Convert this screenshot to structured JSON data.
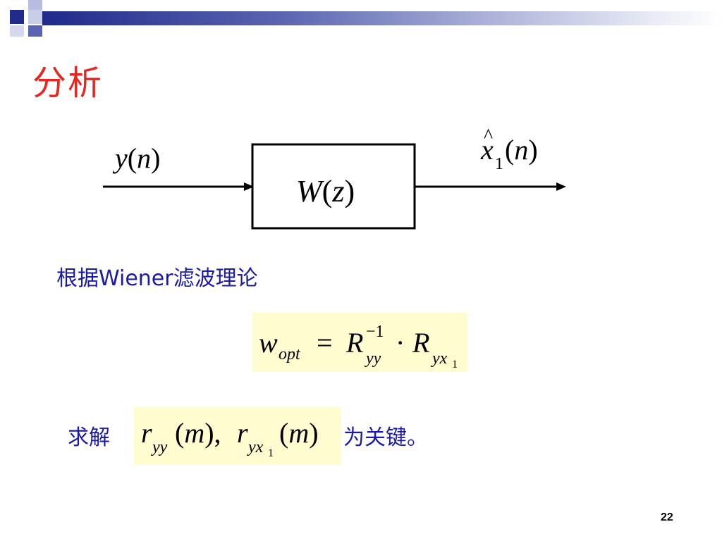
{
  "slide": {
    "title": "分析",
    "page_number": "22"
  },
  "colors": {
    "title": "#e8261f",
    "body_text": "#1a1aa6",
    "header_dark": "#1f2a8a",
    "header_light": "#aab0d8",
    "formula_bg": "#fffdd0"
  },
  "diagram": {
    "input_signal": "y(n)",
    "filter_label": "W(z)",
    "output_signal": "x̂₁(n)"
  },
  "body": {
    "theory_text": "根据Wiener滤波理论",
    "solve_label": "求解",
    "key_text": "为关键。"
  },
  "formulas": {
    "wopt": "w_opt = R_yy^-1 · R_yx1",
    "correlations": "r_yy(m), r_yx1(m)"
  }
}
